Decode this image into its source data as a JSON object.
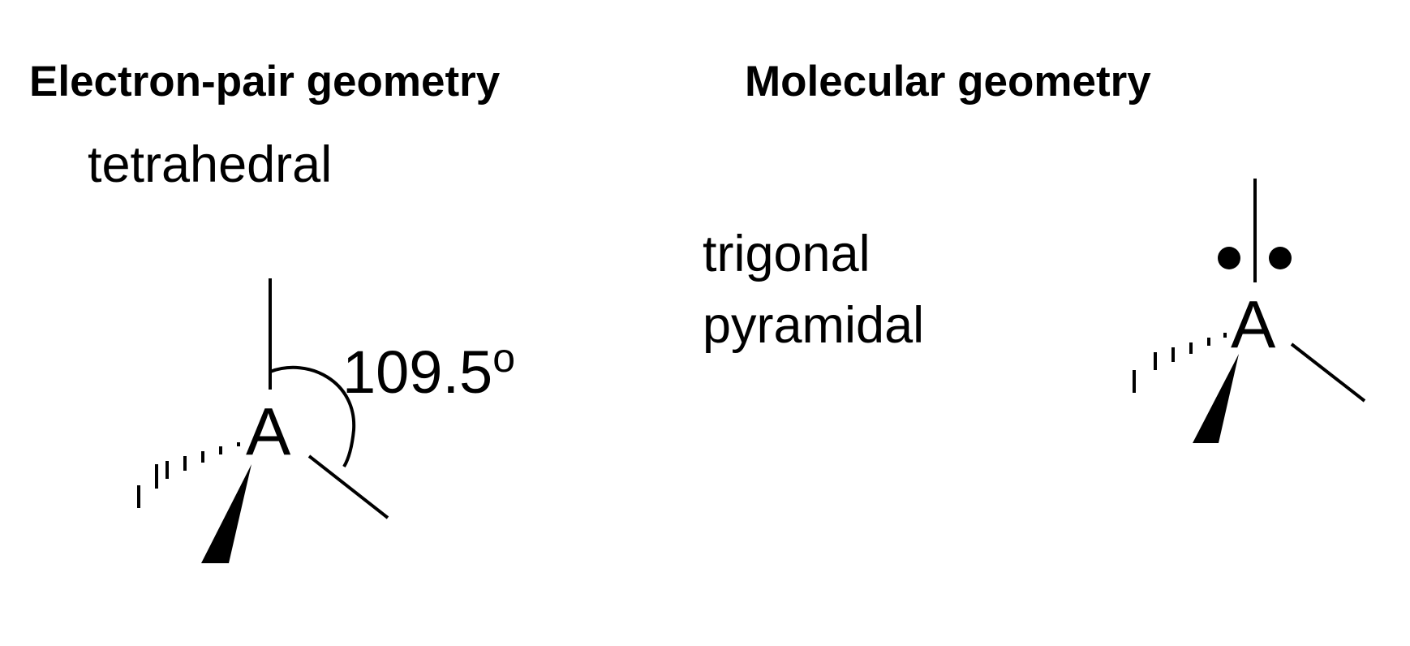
{
  "left": {
    "heading": "Electron-pair geometry",
    "shape_name": "tetrahedral",
    "central_atom": "A",
    "bond_angle": "109.5",
    "degree_symbol": "o"
  },
  "right": {
    "heading": "Molecular geometry",
    "shape_name_line1": "trigonal",
    "shape_name_line2": "pyramidal",
    "central_atom": "A"
  }
}
